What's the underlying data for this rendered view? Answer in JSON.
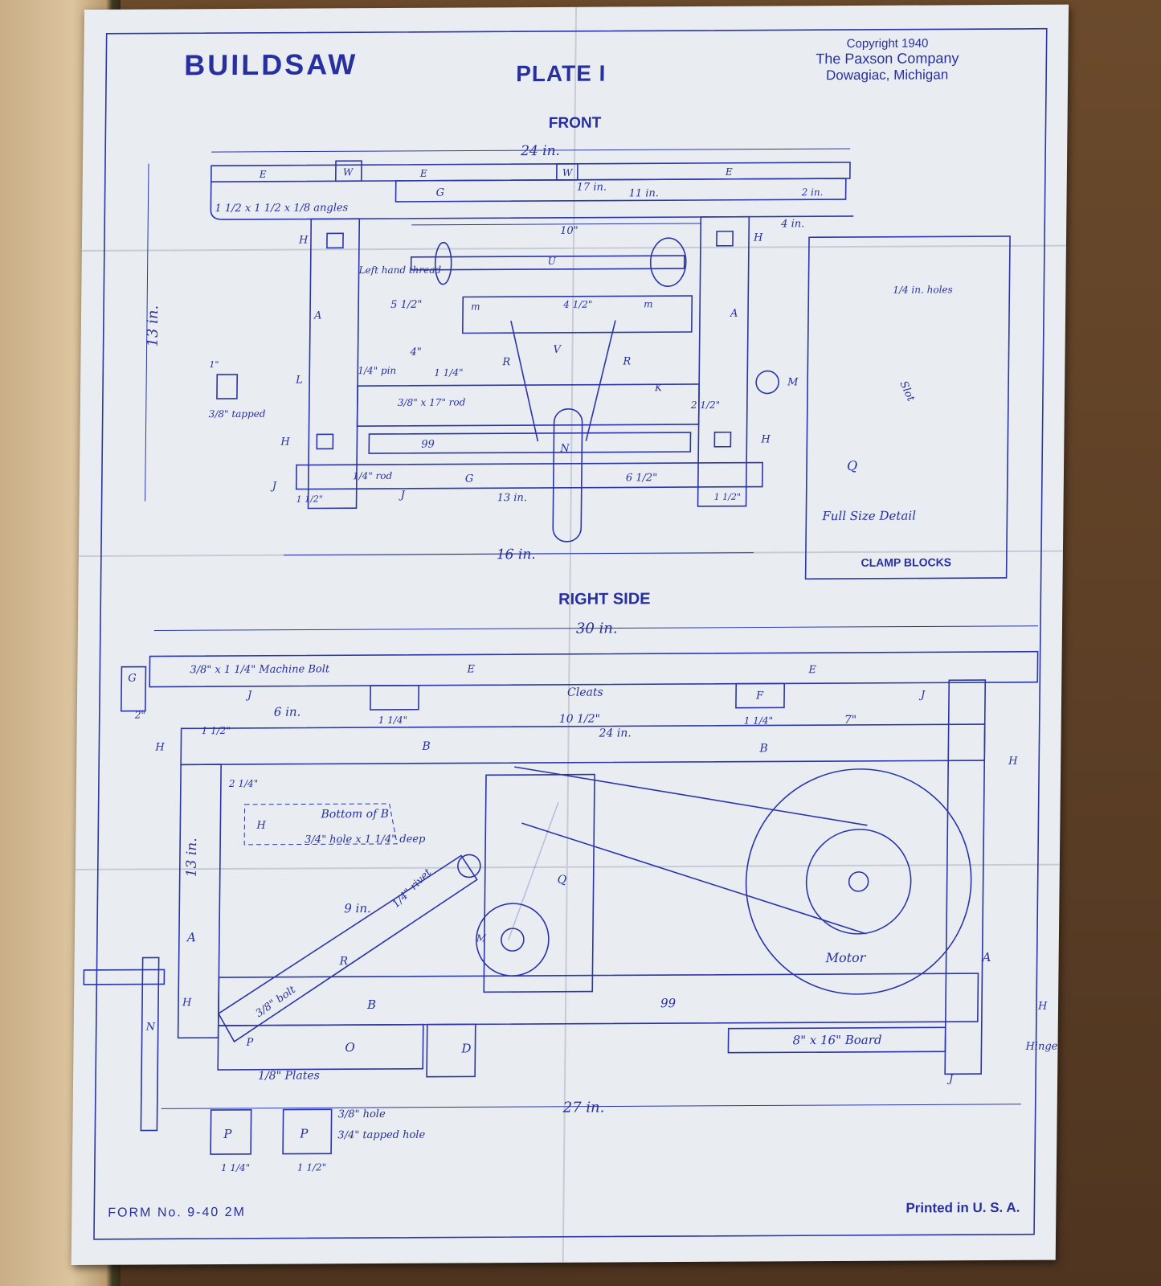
{
  "header": {
    "brand": "BUILDSAW",
    "plate": "PLATE I",
    "copyright": "Copyright 1940",
    "company": "The Paxson Company",
    "city": "Dowagiac, Michigan"
  },
  "views": {
    "front": "FRONT",
    "right_side": "RIGHT SIDE"
  },
  "front_labels": {
    "dim_24": "24 in.",
    "dim_17": "17 in.",
    "dim_11": "11 in.",
    "dim_2": "2 in.",
    "dim_4": "4 in.",
    "dim_10": "10\"",
    "dim_13": "13 in.",
    "dim_16": "16 in.",
    "dim_13b": "13 in.",
    "dim_5": "5 1/2\"",
    "dim_4b": "4\"",
    "dim_1": "1\"",
    "dim_1q": "1 1/4\"",
    "dim_1h": "1 1/2\"",
    "dim_6": "6 1/2\"",
    "dim_22": "2 1/2\"",
    "dim_4q": "4 1/2\"",
    "angles": "1 1/2 x 1 1/2 x 1/8 angles",
    "left_thread": "Left hand thread",
    "pin": "1/4\" pin",
    "rod_k": "3/8\" x 17\" rod",
    "rod_g": "1/4\" rod",
    "tapped": "3/8\" tapped",
    "E": "E",
    "W": "W",
    "G": "G",
    "H": "H",
    "U": "U",
    "A": "A",
    "M": "M",
    "V": "V",
    "R": "R",
    "K": "K",
    "L": "L",
    "N": "N",
    "J": "J",
    "gg": "99",
    "m": "m"
  },
  "clamp": {
    "holes": "1/4 in. holes",
    "slot": "Slot",
    "q": "Q",
    "detail": "Full Size Detail",
    "title": "CLAMP BLOCKS"
  },
  "side_labels": {
    "dim_30": "30 in.",
    "dim_24": "24 in.",
    "dim_27": "27 in.",
    "dim_13": "13 in.",
    "dim_6": "6 in.",
    "dim_10": "10 1/2\"",
    "dim_7": "7\"",
    "dim_9": "9 in.",
    "dim_1h": "1 1/2\"",
    "dim_1q": "1 1/4\"",
    "dim_2": "2\"",
    "dim_2q": "2 1/4\"",
    "bolt": "3/8\" x 1 1/4\" Machine Bolt",
    "cleats": "Cleats",
    "bottom": "Bottom of B",
    "hole": "3/4\" hole x 1 1/4\" deep",
    "rivet": "1/4\" rivet",
    "bolt_r": "3/8\" bolt",
    "plates": "1/8\" Plates",
    "motor": "Motor",
    "board": "8\" x 16\" Board",
    "hinge": "Hinge",
    "hole_p": "3/8\" hole",
    "tapped_p": "3/4\" tapped hole",
    "E": "E",
    "G": "G",
    "J": "J",
    "B": "B",
    "H": "H",
    "F": "F",
    "Q": "Q",
    "R": "R",
    "A": "A",
    "M": "M",
    "N": "N",
    "P": "P",
    "O": "O",
    "D": "D",
    "gg": "99"
  },
  "footer": {
    "form": "FORM No. 9-40 2M",
    "printed": "Printed in U. S. A."
  }
}
